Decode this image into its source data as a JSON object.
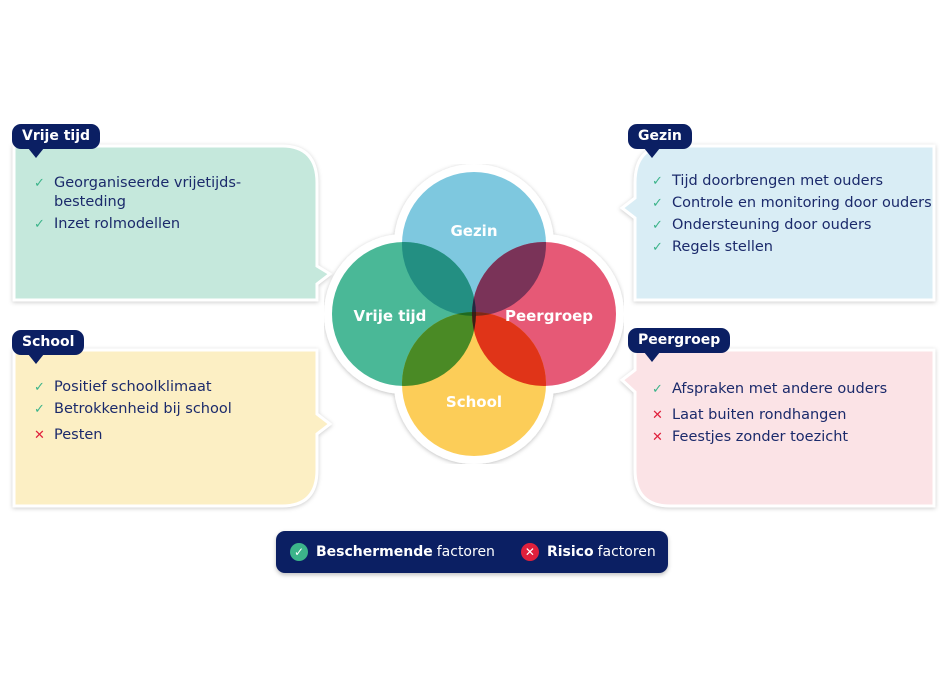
{
  "colors": {
    "navy": "#0b1f63",
    "text": "#1b2a6b",
    "check": "#3cb48a",
    "cross": "#e0203c",
    "vrije_tijd_bg": "#c5e8dc",
    "gezin_bg": "#d9edf5",
    "school_bg": "#fcefc4",
    "peergroep_bg": "#fbe3e6",
    "circle_gezin": "#7ec8df",
    "circle_vrije_tijd": "#2aab85",
    "circle_peergroep": "#e23c5e",
    "circle_school": "#fbc12e"
  },
  "cards": {
    "vrije_tijd": {
      "title": "Vrije tijd",
      "items": [
        {
          "type": "protective",
          "mark": "✓",
          "text": "Georganiseerde vrijetijds-besteding"
        },
        {
          "type": "protective",
          "mark": "✓",
          "text": "Inzet rolmodellen"
        }
      ]
    },
    "school": {
      "title": "School",
      "items": [
        {
          "type": "protective",
          "mark": "✓",
          "text": "Positief schoolklimaat"
        },
        {
          "type": "protective",
          "mark": "✓",
          "text": "Betrokkenheid bij school"
        },
        {
          "type": "risk",
          "mark": "✕",
          "text": "Pesten"
        }
      ]
    },
    "gezin": {
      "title": "Gezin",
      "items": [
        {
          "type": "protective",
          "mark": "✓",
          "text": "Tijd doorbrengen met ouders"
        },
        {
          "type": "protective",
          "mark": "✓",
          "text": "Controle en monitoring door ouders"
        },
        {
          "type": "protective",
          "mark": "✓",
          "text": "Ondersteuning door ouders"
        },
        {
          "type": "protective",
          "mark": "✓",
          "text": "Regels stellen"
        }
      ]
    },
    "peergroep": {
      "title": "Peergroep",
      "items": [
        {
          "type": "protective",
          "mark": "✓",
          "text": "Afspraken met andere ouders"
        },
        {
          "type": "risk",
          "mark": "✕",
          "text": "Laat buiten rondhangen"
        },
        {
          "type": "risk",
          "mark": "✕",
          "text": "Feestjes zonder toezicht"
        }
      ]
    }
  },
  "venn": {
    "gezin": "Gezin",
    "vrije_tijd": "Vrije tijd",
    "peergroep": "Peergroep",
    "school": "School"
  },
  "legend": {
    "protective_icon": "✓",
    "protective_bold": "Beschermende",
    "protective_rest": "factoren",
    "risk_icon": "✕",
    "risk_bold": "Risico",
    "risk_rest": "factoren"
  }
}
